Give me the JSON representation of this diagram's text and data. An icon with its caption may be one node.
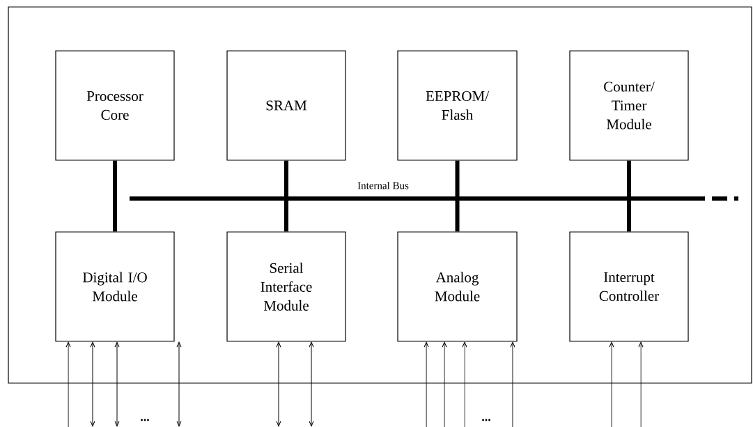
{
  "diagram": {
    "nodes": [
      {
        "text": [],
        "shape": "box"
      },
      {
        "text": [
          "Processor Core"
        ],
        "in": 0
      },
      {
        "text": [
          "SRAM"
        ],
        "in": 0
      },
      {
        "text": [
          "EEPROM/ Flash"
        ],
        "in": 0
      },
      {
        "text": [
          "Counter/ Timer Module"
        ],
        "in": 0
      },
      {
        "text": [
          "Digital I/O Module"
        ],
        "in": 0
      },
      {
        "text": [
          "Serial Interface Module"
        ],
        "in": 0
      },
      {
        "text": [
          "Analog Module"
        ],
        "in": 0
      },
      {
        "text": [
          "Interrupt Controller"
        ],
        "in": 0
      },
      {
        "text": [],
        "shape": "bar",
        "beside": [
          "Internal Bus"
        ],
        "in": 0
      }
    ],
    "edges": [
      {
        "from": 1,
        "to": 9,
        "arrow": "none",
        "style": "thick"
      },
      {
        "from": 2,
        "to": 9,
        "arrow": "none",
        "style": "thick"
      },
      {
        "from": 3,
        "to": 9,
        "arrow": "none",
        "style": "thick"
      },
      {
        "from": 4,
        "to": 9,
        "arrow": "none",
        "style": "thick"
      },
      {
        "from": 5,
        "to": 9,
        "arrow": "none",
        "style": "thick"
      },
      {
        "from": 6,
        "to": 9,
        "arrow": "none",
        "style": "thick"
      },
      {
        "from": 7,
        "to": 9,
        "arrow": "none",
        "style": "thick"
      },
      {
        "from": 8,
        "to": 9,
        "arrow": "none",
        "style": "thick"
      },
      {
        "from": null,
        "to": 5,
        "arrow": "to"
      },
      {
        "from": null,
        "to": 5,
        "arrow": "both"
      },
      {
        "from": null,
        "to": 5,
        "arrow": "both"
      },
      {
        "from": null,
        "to": 5,
        "arrow": "both"
      },
      {
        "from": null,
        "to": 6,
        "arrow": "both"
      },
      {
        "from": null,
        "to": 6,
        "arrow": "both"
      },
      {
        "from": null,
        "to": 7,
        "arrow": "to"
      },
      {
        "from": null,
        "to": 7,
        "arrow": "to"
      },
      {
        "from": null,
        "to": 7,
        "arrow": "to"
      },
      {
        "from": null,
        "to": 7,
        "arrow": "to"
      },
      {
        "from": null,
        "to": 8,
        "arrow": "to"
      },
      {
        "from": null,
        "to": 8,
        "arrow": "to"
      }
    ],
    "labels": [
      "...",
      "..."
    ]
  }
}
